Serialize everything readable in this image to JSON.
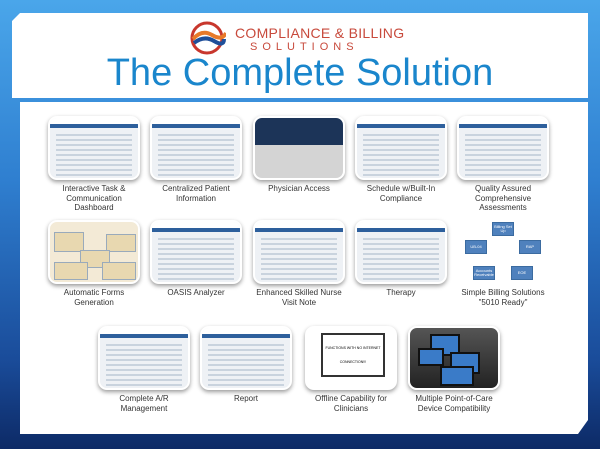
{
  "header": {
    "brand_line1": "COMPLIANCE & BILLING",
    "brand_line2": "SOLUTIONS",
    "title": "The Complete Solution"
  },
  "features": [
    {
      "label": "Interactive Task & Communication Dashboard"
    },
    {
      "label": "Centralized Patient Information"
    },
    {
      "label": "Physician Access"
    },
    {
      "label": "Schedule w/Built-In Compliance"
    },
    {
      "label": "Quality Assured Comprehensive Assessments"
    },
    {
      "label": "Automatic Forms Generation"
    },
    {
      "label": "OASIS Analyzer"
    },
    {
      "label": "Enhanced Skilled Nurse Visit Note"
    },
    {
      "label": "Therapy"
    },
    {
      "label": "Simple Billing Solutions \"5010 Ready\""
    },
    {
      "label": "Complete A/R Management"
    },
    {
      "label": "Report"
    },
    {
      "label": "Offline Capability for Clinicians"
    },
    {
      "label": "Multiple Point-of-Care Device Compatibility"
    }
  ],
  "billing_cycle": [
    "Billing Set Up",
    "RAP",
    "EOE",
    "Accounts Receivable",
    "UB-04"
  ],
  "offline_screen": {
    "line1": "FUNCTIONS WITH NO INTERNET",
    "line2": "CONNECTION!!!"
  }
}
